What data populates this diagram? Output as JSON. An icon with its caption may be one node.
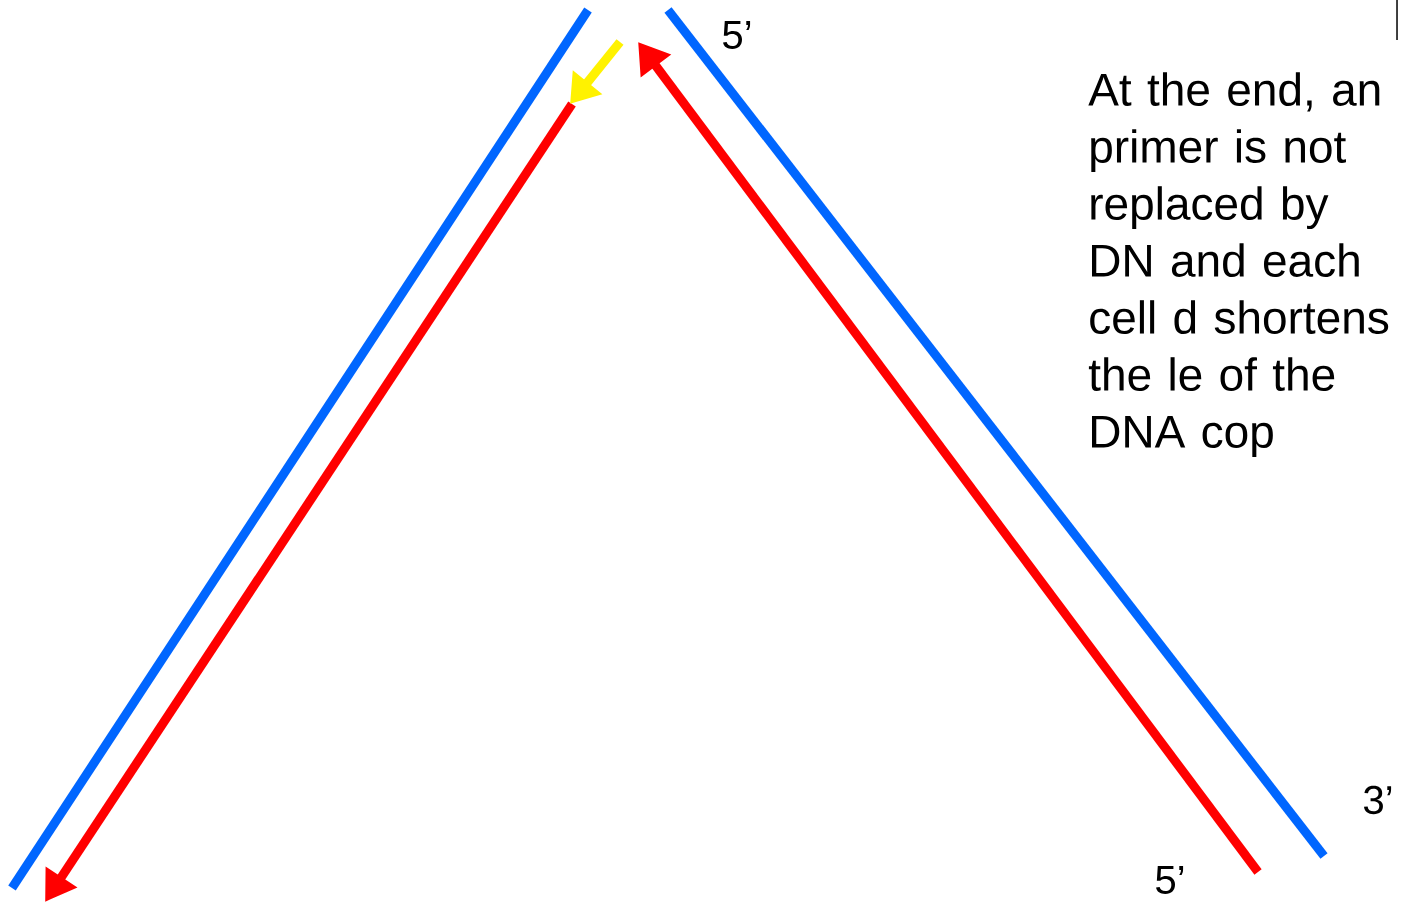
{
  "diagram": {
    "labels": [
      "5’",
      "At the end, an primer is not replaced by DN and each cell d shortens the le of the DNA cop",
      "3’",
      "5’"
    ]
  }
}
